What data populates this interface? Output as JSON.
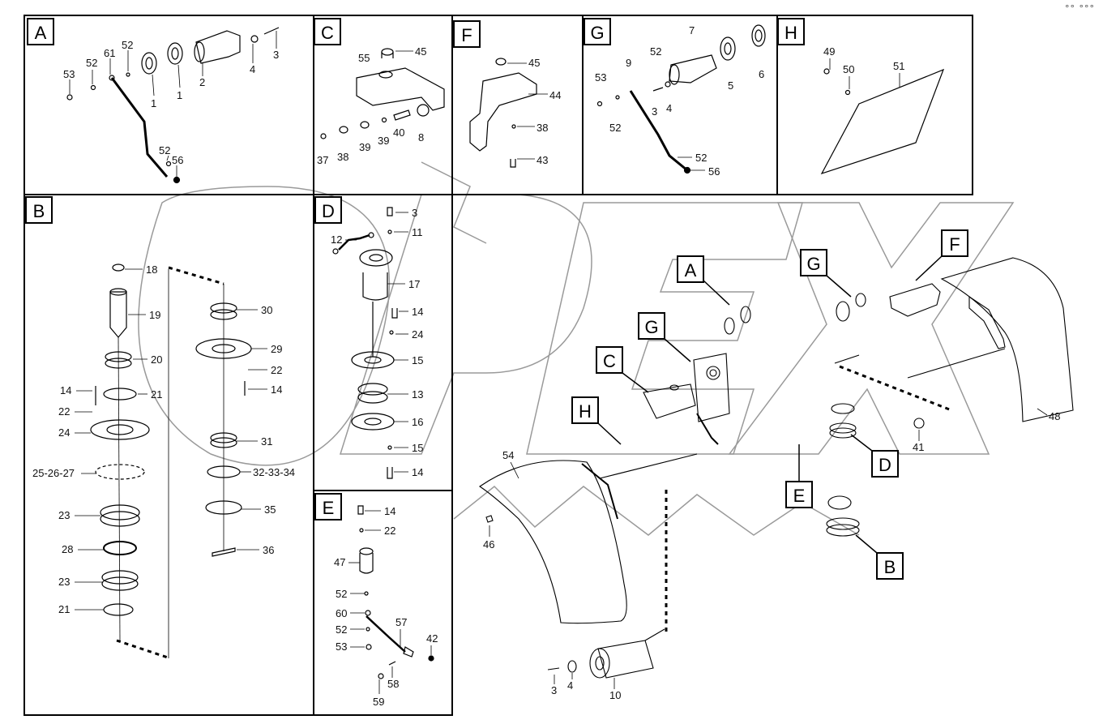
{
  "panels": {
    "A": {
      "letter": "A",
      "labels": {
        "a53": "53",
        "a52a": "52",
        "a61": "61",
        "a52b": "52",
        "a1a": "1",
        "a1b": "1",
        "a2": "2",
        "a4": "4",
        "a3": "3",
        "a52c": "52",
        "a56": "56"
      }
    },
    "C": {
      "letter": "C",
      "labels": {
        "c55": "55",
        "c45": "45",
        "c37": "37",
        "c38": "38",
        "c39a": "39",
        "c39b": "39",
        "c40": "40",
        "c8": "8"
      }
    },
    "F": {
      "letter": "F",
      "labels": {
        "f45": "45",
        "f44": "44",
        "f38": "38",
        "f43": "43"
      }
    },
    "G": {
      "letter": "G",
      "labels": {
        "g7": "7",
        "g53": "53",
        "g9": "9",
        "g52a": "52",
        "g3": "3",
        "g4": "4",
        "g5": "5",
        "g6": "6",
        "g52b": "52",
        "g52c": "52",
        "g56": "56"
      }
    },
    "H": {
      "letter": "H",
      "labels": {
        "h49": "49",
        "h50": "50",
        "h51": "51"
      }
    },
    "B": {
      "letter": "B",
      "labels": {
        "b18": "18",
        "b19": "19",
        "b20": "20",
        "b14a": "14",
        "b21a": "21",
        "b22a": "22",
        "b24": "24",
        "b252627": "25-26-27",
        "b23a": "23",
        "b28": "28",
        "b23b": "23",
        "b21b": "21",
        "b30": "30",
        "b29": "29",
        "b22b": "22",
        "b14b": "14",
        "b31": "31",
        "b323334": "32-33-34",
        "b35": "35",
        "b36": "36"
      }
    },
    "D": {
      "letter": "D",
      "labels": {
        "d3": "3",
        "d11": "11",
        "d12": "12",
        "d17": "17",
        "d14a": "14",
        "d24": "24",
        "d15a": "15",
        "d13": "13",
        "d16": "16",
        "d15b": "15",
        "d14b": "14"
      }
    },
    "E": {
      "letter": "E",
      "labels": {
        "e14": "14",
        "e22": "22",
        "e47": "47",
        "e52a": "52",
        "e60": "60",
        "e52b": "52",
        "e53": "53",
        "e57": "57",
        "e42": "42",
        "e58": "58",
        "e59": "59"
      }
    }
  },
  "main": {
    "callouts": {
      "a": "A",
      "g1": "G",
      "f": "F",
      "g2": "G",
      "c": "C",
      "h": "H",
      "d": "D",
      "e": "E",
      "b": "B"
    },
    "labels": {
      "m54": "54",
      "m46": "46",
      "m41": "41",
      "m48": "48",
      "m3": "3",
      "m4": "4",
      "m10": "10"
    }
  },
  "watermark": "OPEX",
  "top_icon": "°° °°°"
}
